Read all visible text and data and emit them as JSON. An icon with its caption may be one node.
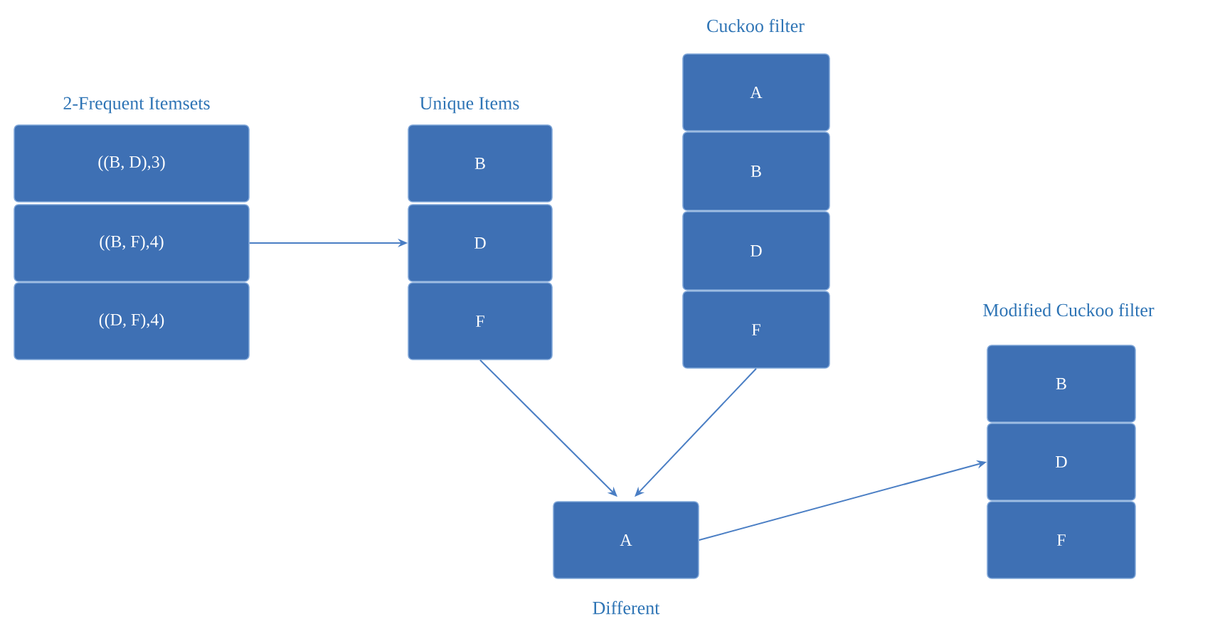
{
  "diagram": {
    "nodes": [
      {
        "text": [
          "((B, D),3)"
        ]
      },
      {
        "text": [
          "((B, F),4)"
        ]
      },
      {
        "text": [
          "((D, F),4)"
        ]
      },
      {
        "text": [
          "B"
        ]
      },
      {
        "text": [
          "D"
        ]
      },
      {
        "text": [
          "F"
        ]
      },
      {
        "text": [
          "A"
        ]
      },
      {
        "text": [
          "B"
        ]
      },
      {
        "text": [
          "D"
        ]
      },
      {
        "text": [
          "F"
        ]
      },
      {
        "text": [
          "A"
        ],
        "beside": [
          "Different"
        ]
      },
      {
        "text": [
          "B"
        ]
      },
      {
        "text": [
          "D"
        ]
      },
      {
        "text": [
          "F"
        ]
      }
    ],
    "edges": [
      {
        "from": 1,
        "to": 4,
        "arrow": "to"
      },
      {
        "from": 5,
        "to": 10,
        "arrow": "to"
      },
      {
        "from": 9,
        "to": 10,
        "arrow": "to"
      },
      {
        "from": 10,
        "to": 12,
        "arrow": "to"
      }
    ],
    "labels": [
      "Cuckoo filter",
      "2-Frequent Itemsets",
      "Unique Items",
      "Modified Cuckoo filter"
    ]
  }
}
